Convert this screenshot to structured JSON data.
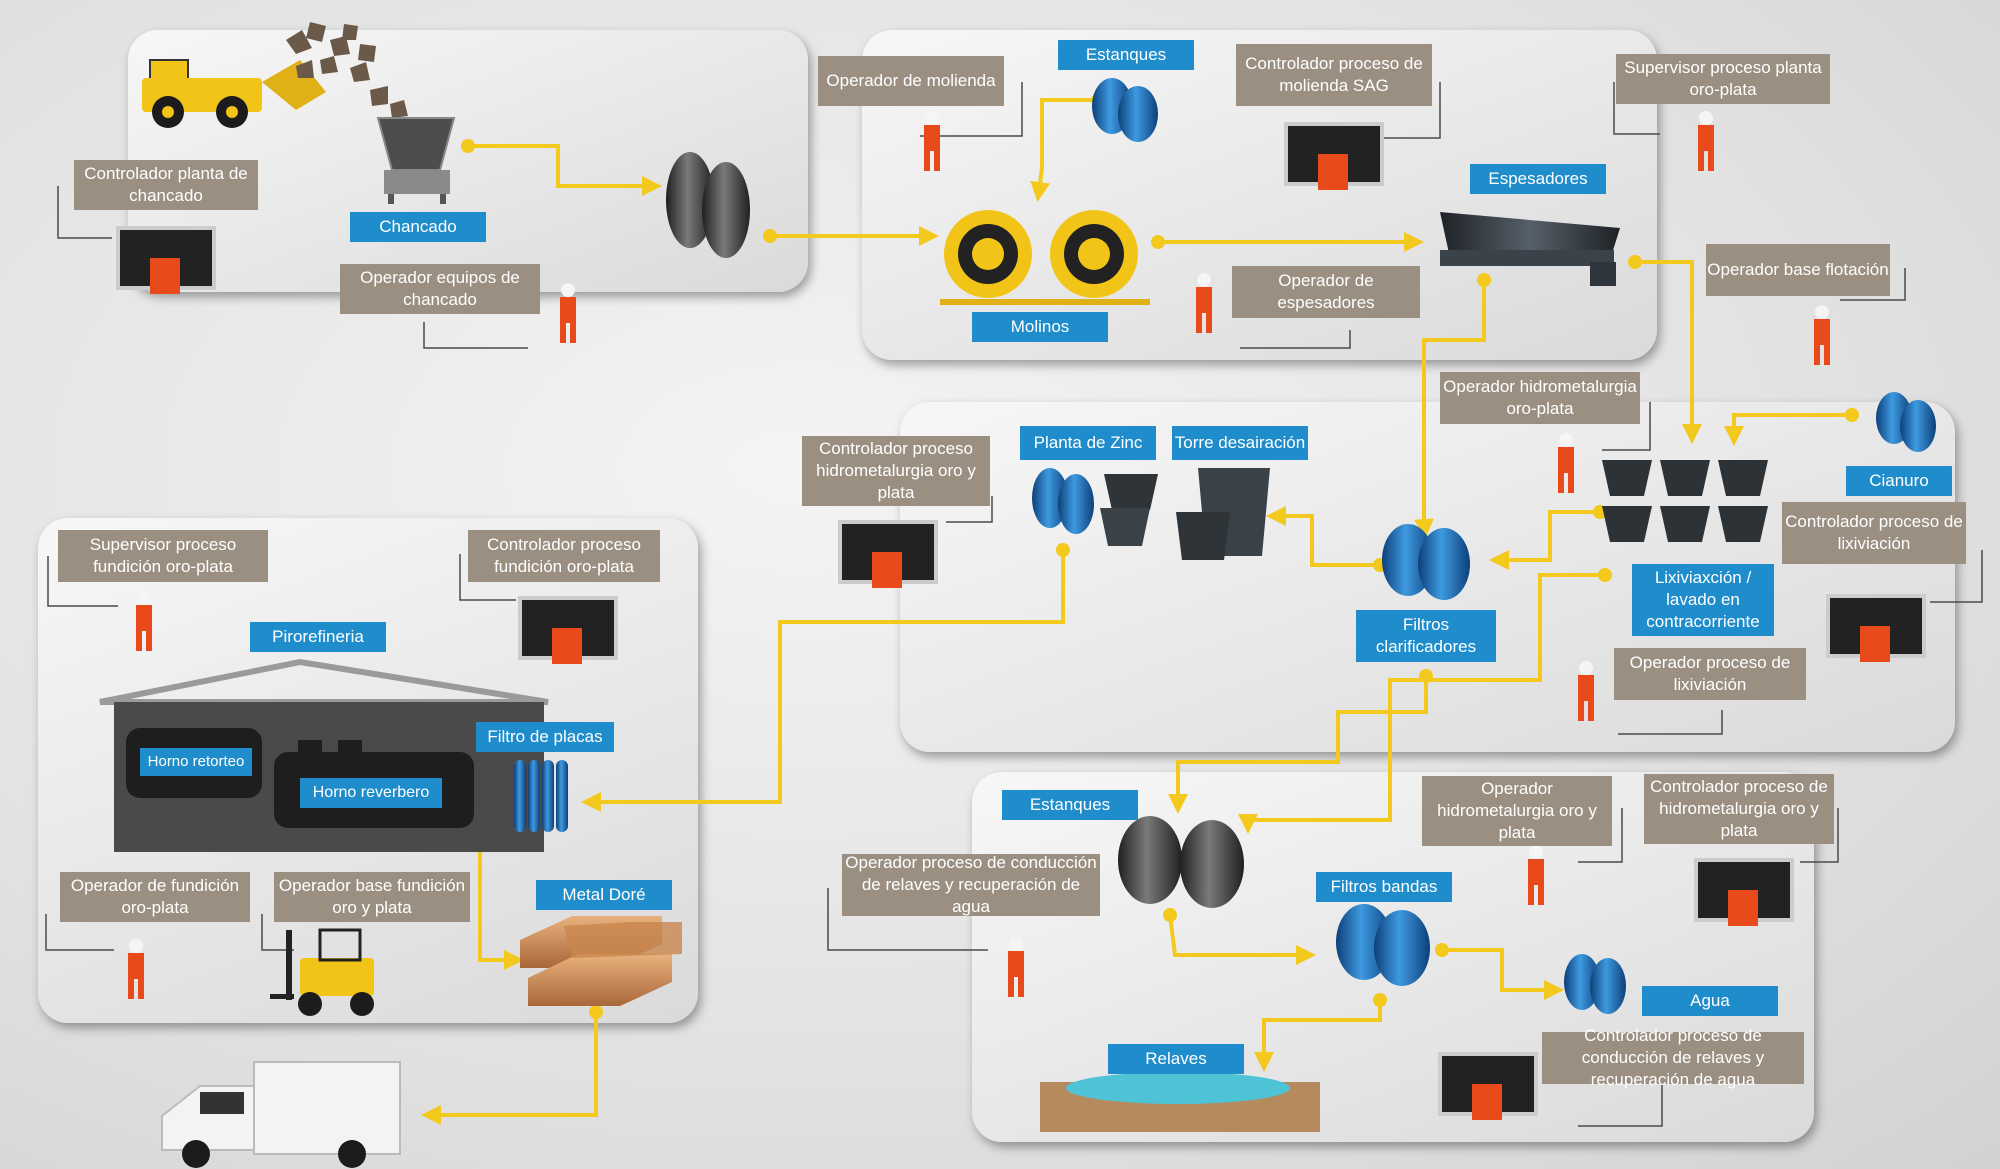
{
  "colors": {
    "flow": "#f2c91c",
    "label_bg": "#9a8f80",
    "tag_bg": "#1f8dcb",
    "panel": "#e9e9e9"
  },
  "labels": {
    "controlador_chancado": "Controlador planta de chancado",
    "operador_equipos_chancado": "Operador equipos de chancado",
    "operador_molienda": "Operador de molienda",
    "controlador_molienda_sag": "Controlador proceso de molienda SAG",
    "supervisor_planta": "Supervisor proceso planta oro-plata",
    "operador_espesadores": "Operador de espesadores",
    "operador_flotacion": "Operador base flotación",
    "operador_hidrometalurgia": "Operador hidrometalurgia oro-plata",
    "controlador_hidrometalurgia": "Controlador proceso hidrometalurgia oro y plata",
    "controlador_lixiviacion": "Controlador proceso de lixiviación",
    "operador_lixiviacion": "Operador proceso de lixiviación",
    "supervisor_fundicion": "Supervisor proceso fundición oro-plata",
    "controlador_fundicion": "Controlador proceso fundición oro-plata",
    "operador_fundicion": "Operador de fundición oro-plata",
    "operador_base_fundicion": "Operador base fundición oro y plata",
    "operador_hidrometalurgia_2": "Operador hidrometalurgia oro y plata",
    "controlador_hidrometalurgia_2": "Controlador proceso de hidrometalurgia oro y plata",
    "operador_relaves": "Operador proceso de conducción de relaves y recuperación de agua",
    "controlador_relaves": "Controlador proceso de conducción de relaves y recuperación de agua"
  },
  "tags": {
    "chancado": "Chancado",
    "estanques_1": "Estanques",
    "molinos": "Molinos",
    "espesadores": "Espesadores",
    "planta_zinc": "Planta de Zinc",
    "torre": "Torre desairación",
    "cianuro": "Cianuro",
    "lixiviacion": "Lixiviaxción / lavado en contracorriente",
    "filtros_clarificadores": "Filtros clarificadores",
    "pirorefineria": "Pirorefineria",
    "horno_retorteo": "Horno retorteo",
    "horno_reverbero": "Horno reverbero",
    "filtro_placas": "Filtro de placas",
    "metal_dore": "Metal Doré",
    "estanques_2": "Estanques",
    "filtros_bandas": "Filtros bandas",
    "agua": "Agua",
    "relaves": "Relaves"
  }
}
